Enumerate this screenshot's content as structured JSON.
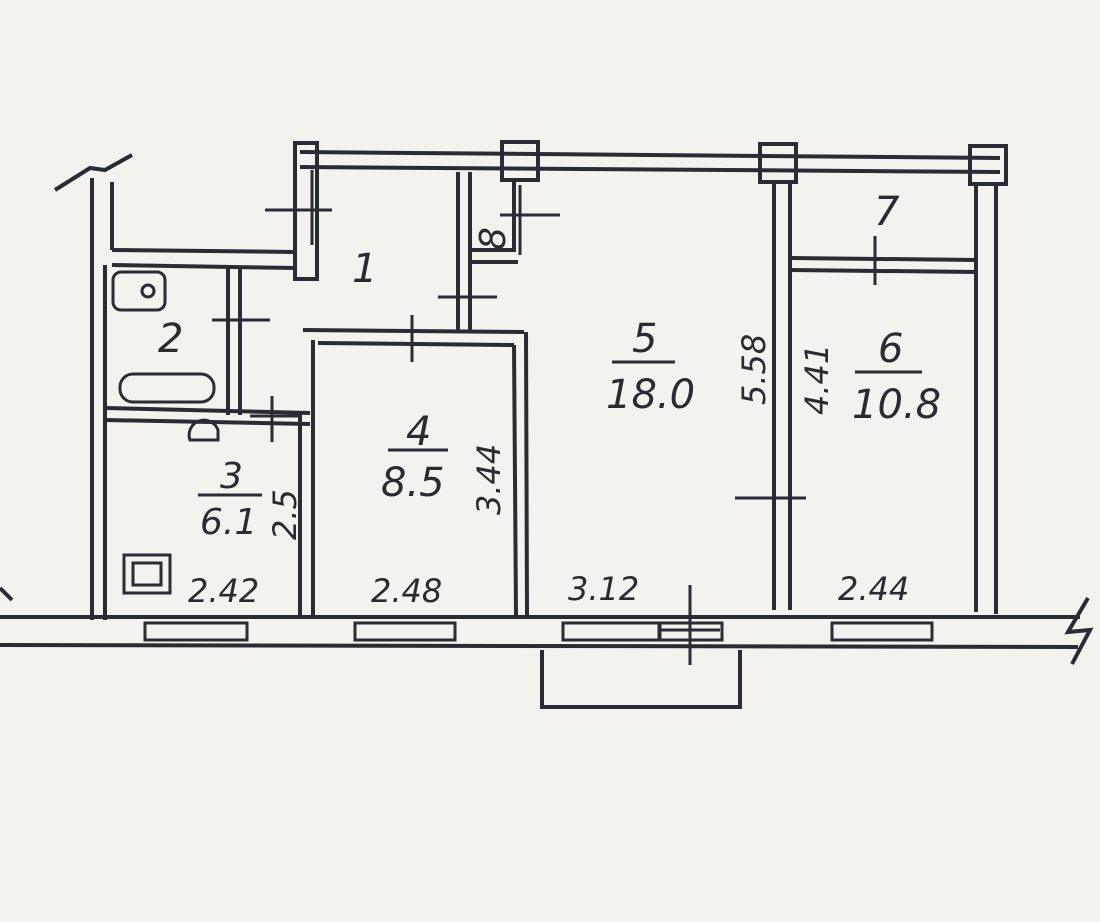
{
  "rooms": [
    {
      "id": "1",
      "number": "1"
    },
    {
      "id": "2",
      "number": "2"
    },
    {
      "id": "3",
      "number": "3",
      "area": "6.1"
    },
    {
      "id": "4",
      "number": "4",
      "area": "8.5"
    },
    {
      "id": "5",
      "number": "5",
      "area": "18.0"
    },
    {
      "id": "6",
      "number": "6",
      "area": "10.8"
    },
    {
      "id": "7",
      "number": "7"
    },
    {
      "id": "8",
      "number": "8"
    }
  ],
  "dimensions": {
    "room3_width": "2.42",
    "room3_depth": "2.5",
    "room4_width": "2.48",
    "room4_depth": "3.44",
    "room5_width": "3.12",
    "room5_depth": "5.58",
    "room6_width": "2.44",
    "room6_depth": "4.41"
  },
  "colors": {
    "background": "#f3f2ef",
    "ink": "#2b2b33"
  }
}
